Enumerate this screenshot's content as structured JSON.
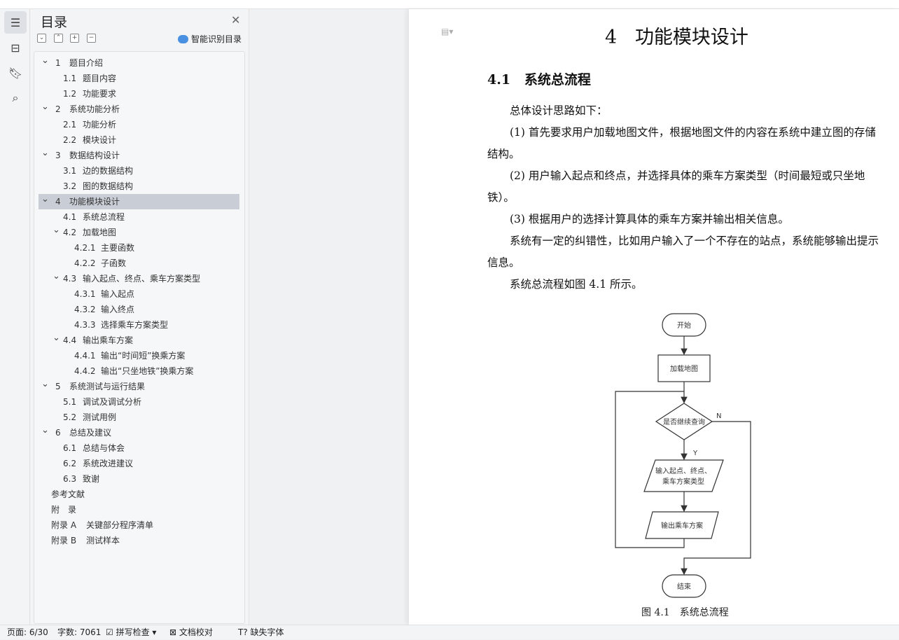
{
  "sidebar": {
    "icons": [
      "toc-icon",
      "navigation-icon",
      "bookmark-icon",
      "search-icon"
    ]
  },
  "toc": {
    "title": "目录",
    "smart_label": "智能识别目录",
    "items": [
      {
        "num": "1",
        "label": "题目介绍",
        "level": 1,
        "expanded": true
      },
      {
        "num": "1.1",
        "label": "题目内容",
        "level": 2
      },
      {
        "num": "1.2",
        "label": "功能要求",
        "level": 2
      },
      {
        "num": "2",
        "label": "系统功能分析",
        "level": 1,
        "expanded": true
      },
      {
        "num": "2.1",
        "label": "功能分析",
        "level": 2
      },
      {
        "num": "2.2",
        "label": "模块设计",
        "level": 2
      },
      {
        "num": "3",
        "label": "数据结构设计",
        "level": 1,
        "expanded": true
      },
      {
        "num": "3.1",
        "label": "边的数据结构",
        "level": 2
      },
      {
        "num": "3.2",
        "label": "图的数据结构",
        "level": 2
      },
      {
        "num": "4",
        "label": "功能模块设计",
        "level": 1,
        "expanded": true,
        "selected": true
      },
      {
        "num": "4.1",
        "label": "系统总流程",
        "level": 2
      },
      {
        "num": "4.2",
        "label": "加载地图",
        "level": 2,
        "expanded": true
      },
      {
        "num": "4.2.1",
        "label": "主要函数",
        "level": 3
      },
      {
        "num": "4.2.2",
        "label": "子函数",
        "level": 3
      },
      {
        "num": "4.3",
        "label": "输入起点、终点、乘车方案类型",
        "level": 2,
        "expanded": true
      },
      {
        "num": "4.3.1",
        "label": "输入起点",
        "level": 3
      },
      {
        "num": "4.3.2",
        "label": "输入终点",
        "level": 3
      },
      {
        "num": "4.3.3",
        "label": "选择乘车方案类型",
        "level": 3
      },
      {
        "num": "4.4",
        "label": "输出乘车方案",
        "level": 2,
        "expanded": true
      },
      {
        "num": "4.4.1",
        "label": "输出“时间短”换乘方案",
        "level": 3
      },
      {
        "num": "4.4.2",
        "label": "输出“只坐地铁”换乘方案",
        "level": 3
      },
      {
        "num": "5",
        "label": "系统测试与运行结果",
        "level": 1,
        "expanded": true
      },
      {
        "num": "5.1",
        "label": "调试及调试分析",
        "level": 2
      },
      {
        "num": "5.2",
        "label": "测试用例",
        "level": 2
      },
      {
        "num": "6",
        "label": "总结及建议",
        "level": 1,
        "expanded": true
      },
      {
        "num": "6.1",
        "label": "总结与体会",
        "level": 2
      },
      {
        "num": "6.2",
        "label": "系统改进建议",
        "level": 2
      },
      {
        "num": "6.3",
        "label": "致谢",
        "level": 2
      },
      {
        "num": "",
        "label": "参考文献",
        "level": 0
      },
      {
        "num": "",
        "label": "附　录",
        "level": 0
      },
      {
        "num": "附录 A",
        "label": "关键部分程序清单",
        "level": 0
      },
      {
        "num": "附录 B",
        "label": "测试样本",
        "level": 0
      }
    ]
  },
  "document": {
    "chapter_num": "4",
    "chapter_title": "功能模块设计",
    "section_num": "4.1",
    "section_title": "系统总流程",
    "paragraphs": [
      "总体设计思路如下：",
      "(1) 首先要求用户加载地图文件，根据地图文件的内容在系统中建立图的存储结构。",
      "(2) 用户输入起点和终点，并选择具体的乘车方案类型（时间最短或只坐地铁）。",
      "(3) 根据用户的选择计算具体的乘车方案并输出相关信息。",
      "系统有一定的纠错性，比如用户输入了一个不存在的站点，系统能够输出提示信息。",
      "系统总流程如图 4.1 所示。"
    ],
    "flowchart": {
      "start": "开始",
      "load": "加载地图",
      "decision": "是否继续查询",
      "yes": "Y",
      "no": "N",
      "input1": "输入起点、终点、",
      "input2": "乘车方案类型",
      "output": "输出乘车方案",
      "end": "结束"
    },
    "caption": "图 4.1　系统总流程"
  },
  "status": {
    "page": "页面: 6/30",
    "words": "字数: 7061",
    "spell": "拼写检查",
    "proof": "文档校对",
    "fonts": "缺失字体"
  }
}
